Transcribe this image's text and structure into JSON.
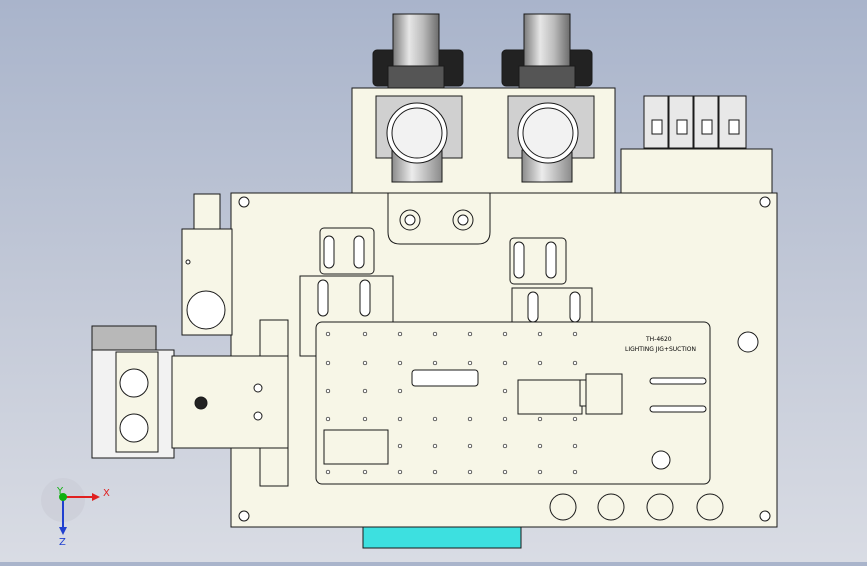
{
  "plate_text": {
    "line1": "TH-4620",
    "line2": "LIGHTING JIG+SUCTION"
  },
  "triad": {
    "x_label": "X",
    "y_label": "Y",
    "z_label": "Z"
  },
  "colors": {
    "background_top": "#a9b4cb",
    "background_bottom": "#d9dce4",
    "part_fill": "#f7f6e7",
    "metal": "#c8c8c8",
    "outline": "#1a1a1a",
    "cyan_block": "#3de0e0",
    "axis_x": "#e02020",
    "axis_y": "#10b010",
    "axis_z": "#2040d0"
  }
}
